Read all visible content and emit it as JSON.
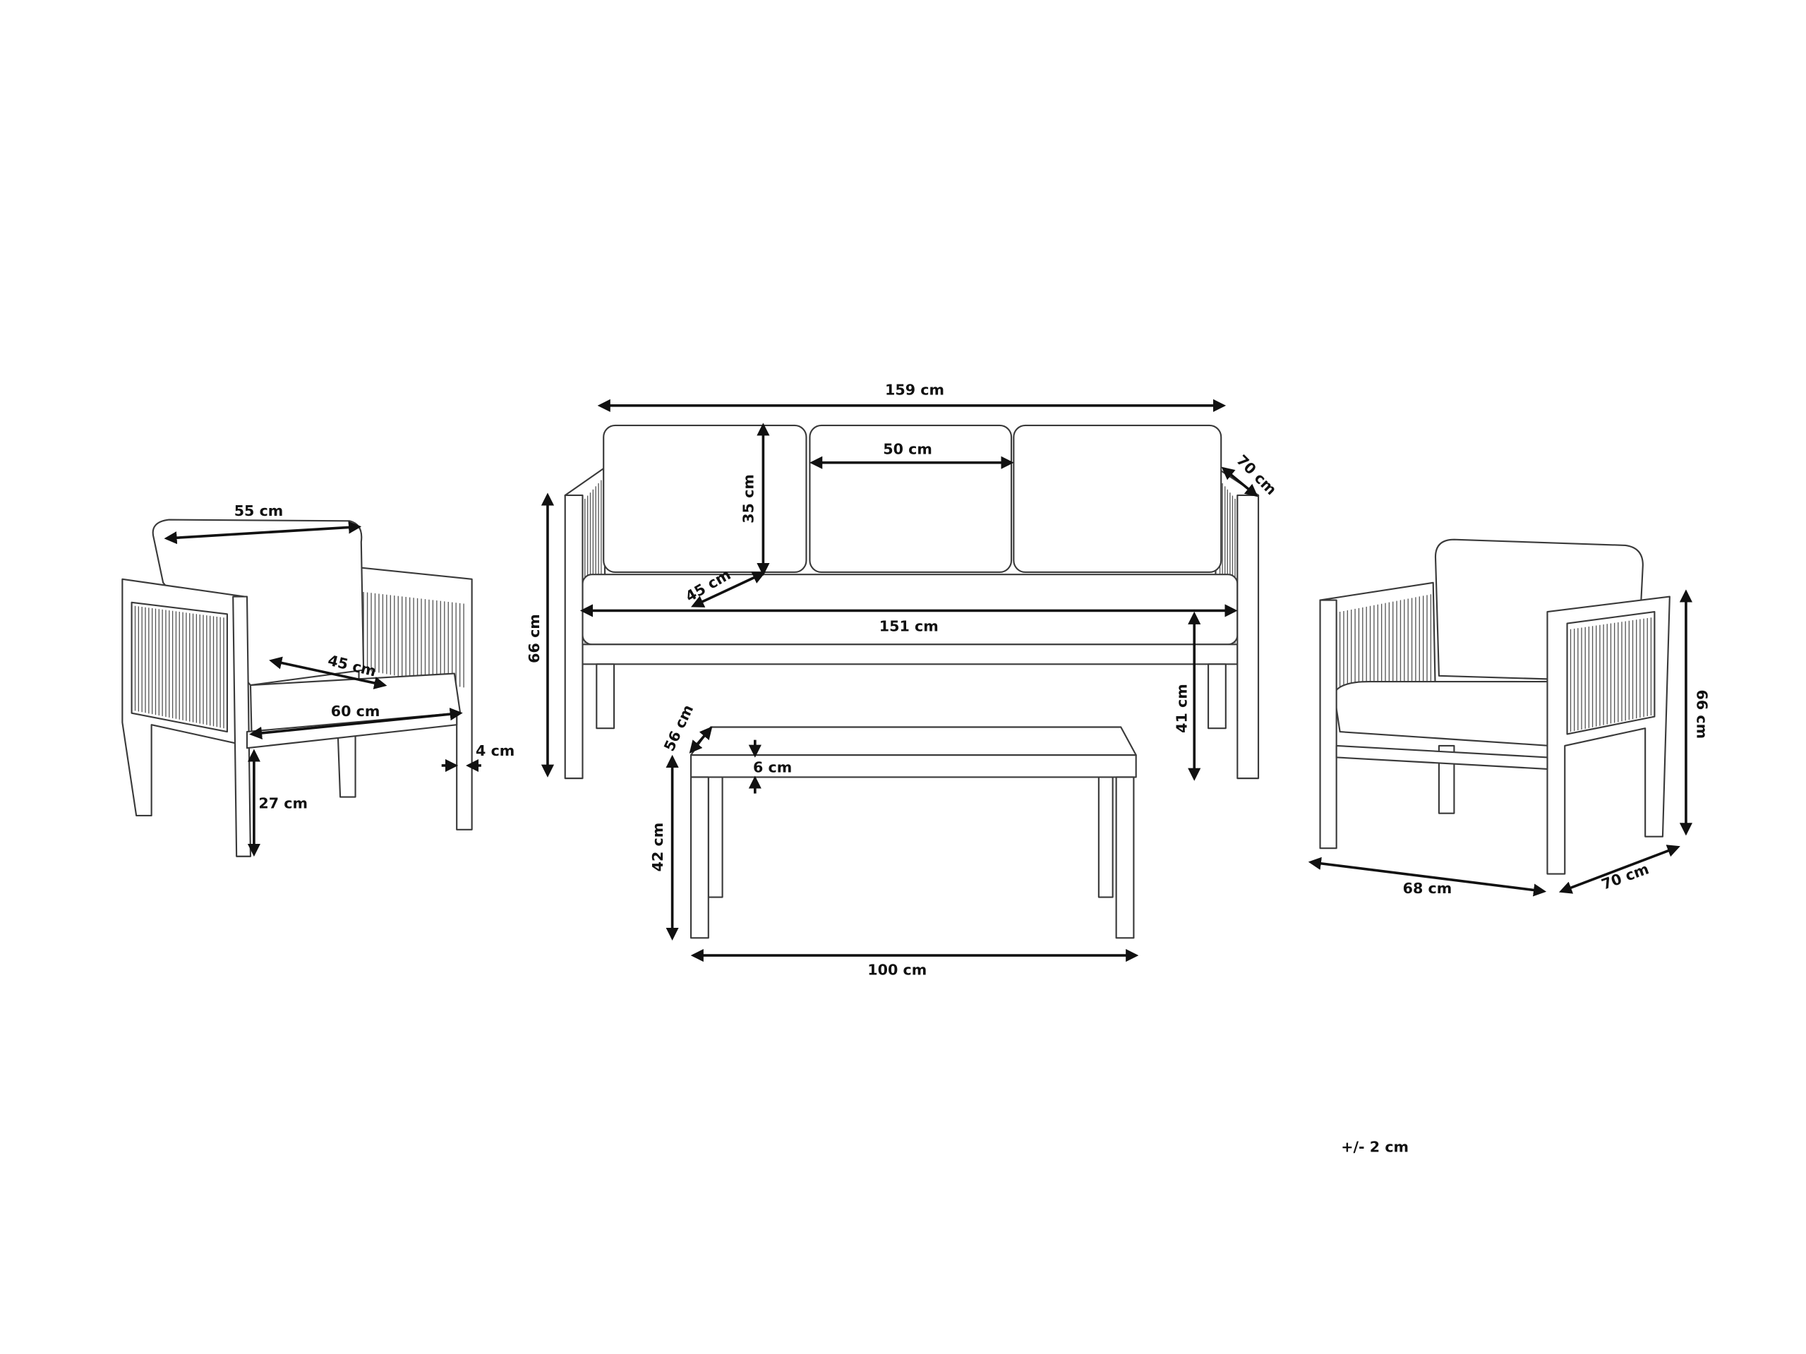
{
  "diagram": {
    "sofa": {
      "width_total": "159 cm",
      "cushion_width": "50 cm",
      "cushion_height": "35 cm",
      "depth": "70 cm",
      "seat_depth": "45 cm",
      "seat_width": "151 cm",
      "height": "66 cm",
      "seat_height": "41 cm"
    },
    "table": {
      "depth": "56 cm",
      "top_thickness": "6 cm",
      "height": "42 cm",
      "width": "100 cm"
    },
    "left_armchair": {
      "back_width": "55 cm",
      "seat_depth": "45 cm",
      "seat_width": "60 cm",
      "leg_width": "4 cm",
      "clearance": "27 cm"
    },
    "right_armchair": {
      "height": "66 cm",
      "width": "68 cm",
      "depth": "70 cm"
    },
    "tolerance": "+/- 2 cm"
  }
}
